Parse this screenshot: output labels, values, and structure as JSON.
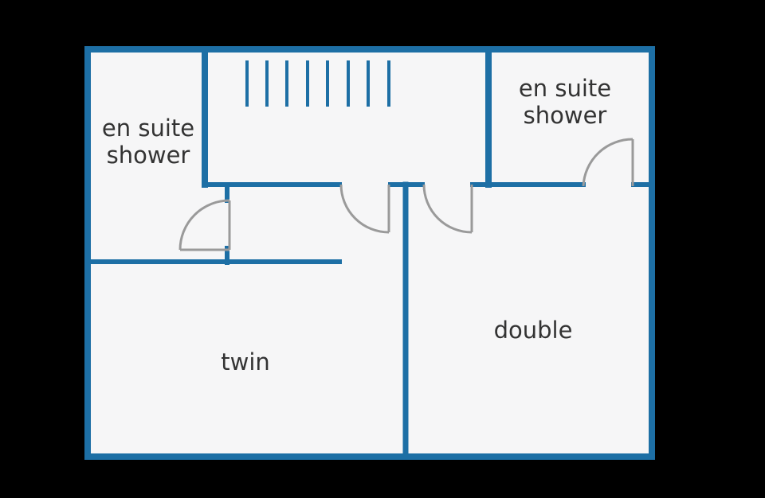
{
  "plan": {
    "colors": {
      "background": "#000000",
      "floor": "#f6f6f7",
      "wall": "#1d6fa5",
      "door": "#9a9a9a",
      "text": "#333333"
    },
    "rooms": {
      "ensuite_left": {
        "line1": "en suite",
        "line2": "shower"
      },
      "ensuite_right": {
        "line1": "en suite",
        "line2": "shower"
      },
      "twin": {
        "label": "twin"
      },
      "double": {
        "label": "double"
      }
    },
    "stairs": {
      "icon": "stairs-icon",
      "tread_count": 8
    },
    "doors": {
      "count": 4,
      "icon": "door-swing-icon"
    }
  }
}
